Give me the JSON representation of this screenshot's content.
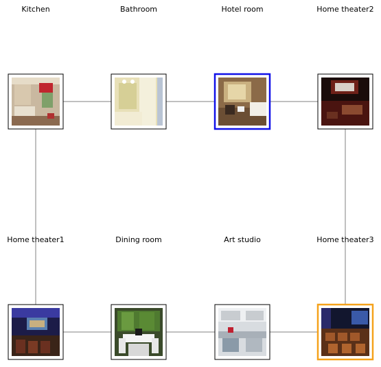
{
  "graph": {
    "nodes": [
      {
        "id": "kitchen",
        "label": "Kitchen",
        "highlight": "none",
        "picture": "kitchen"
      },
      {
        "id": "bathroom",
        "label": "Bathroom",
        "highlight": "none",
        "picture": "bathroom"
      },
      {
        "id": "hotel_room",
        "label": "Hotel room",
        "highlight": "blue",
        "picture": "hotel"
      },
      {
        "id": "home_theater2",
        "label": "Home theater2",
        "highlight": "none",
        "picture": "theater_red"
      },
      {
        "id": "home_theater1",
        "label": "Home theater1",
        "highlight": "none",
        "picture": "theater_blue"
      },
      {
        "id": "dining_room",
        "label": "Dining room",
        "highlight": "none",
        "picture": "dining"
      },
      {
        "id": "art_studio",
        "label": "Art studio",
        "highlight": "none",
        "picture": "studio"
      },
      {
        "id": "home_theater3",
        "label": "Home theater3",
        "highlight": "orange",
        "picture": "theater_seats"
      }
    ],
    "edges": [
      [
        "kitchen",
        "bathroom"
      ],
      [
        "bathroom",
        "hotel_room"
      ],
      [
        "hotel_room",
        "home_theater2"
      ],
      [
        "kitchen",
        "home_theater1"
      ],
      [
        "home_theater1",
        "dining_room"
      ],
      [
        "dining_room",
        "art_studio"
      ],
      [
        "art_studio",
        "home_theater3"
      ],
      [
        "home_theater2",
        "home_theater3"
      ]
    ]
  },
  "colors": {
    "edge": "#808080",
    "frame": "#000000",
    "blue": "#1010e8",
    "orange": "#f5a21b"
  }
}
